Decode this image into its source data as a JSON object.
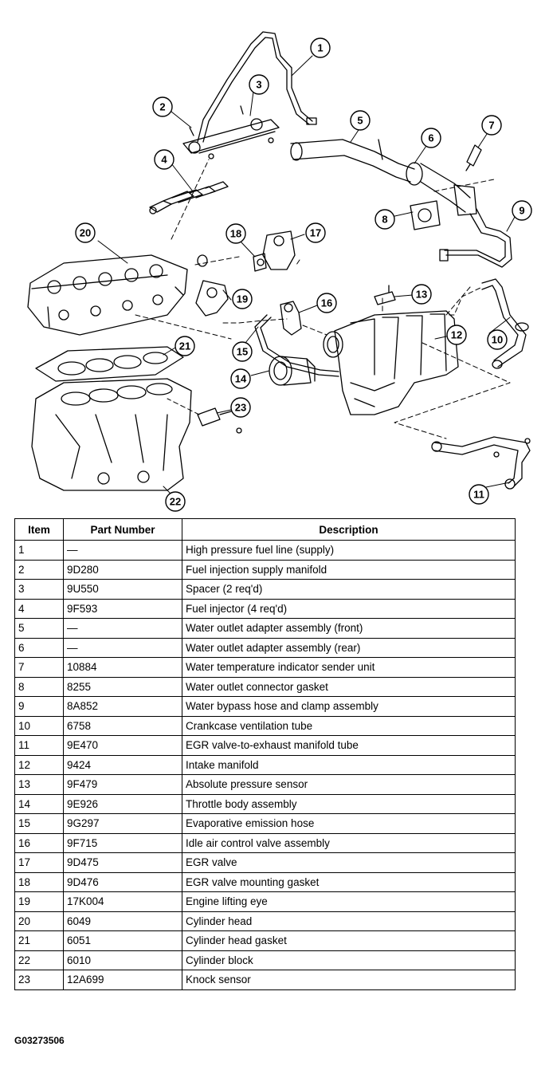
{
  "table": {
    "headers": [
      "Item",
      "Part Number",
      "Description"
    ],
    "rows": [
      [
        "1",
        "—",
        "High pressure fuel line (supply)"
      ],
      [
        "2",
        "9D280",
        "Fuel injection supply manifold"
      ],
      [
        "3",
        "9U550",
        "Spacer (2 req'd)"
      ],
      [
        "4",
        "9F593",
        "Fuel injector (4 req'd)"
      ],
      [
        "5",
        "—",
        "Water outlet adapter assembly (front)"
      ],
      [
        "6",
        "—",
        "Water outlet adapter assembly (rear)"
      ],
      [
        "7",
        "10884",
        "Water temperature indicator sender unit"
      ],
      [
        "8",
        "8255",
        "Water outlet connector gasket"
      ],
      [
        "9",
        "8A852",
        "Water bypass hose and clamp assembly"
      ],
      [
        "10",
        "6758",
        "Crankcase ventilation tube"
      ],
      [
        "11",
        "9E470",
        "EGR valve-to-exhaust manifold tube"
      ],
      [
        "12",
        "9424",
        "Intake manifold"
      ],
      [
        "13",
        "9F479",
        "Absolute pressure sensor"
      ],
      [
        "14",
        "9E926",
        "Throttle body assembly"
      ],
      [
        "15",
        "9G297",
        "Evaporative emission hose"
      ],
      [
        "16",
        "9F715",
        "Idle air control valve assembly"
      ],
      [
        "17",
        "9D475",
        "EGR valve"
      ],
      [
        "18",
        "9D476",
        "EGR valve mounting gasket"
      ],
      [
        "19",
        "17K004",
        "Engine lifting eye"
      ],
      [
        "20",
        "6049",
        "Cylinder head"
      ],
      [
        "21",
        "6051",
        "Cylinder head gasket"
      ],
      [
        "22",
        "6010",
        "Cylinder block"
      ],
      [
        "23",
        "12A699",
        "Knock sensor"
      ]
    ]
  },
  "callouts": [
    "1",
    "2",
    "3",
    "4",
    "5",
    "6",
    "7",
    "8",
    "9",
    "10",
    "11",
    "12",
    "13",
    "14",
    "15",
    "16",
    "17",
    "18",
    "19",
    "20",
    "21",
    "22",
    "23"
  ],
  "figure_id": "G03273506"
}
